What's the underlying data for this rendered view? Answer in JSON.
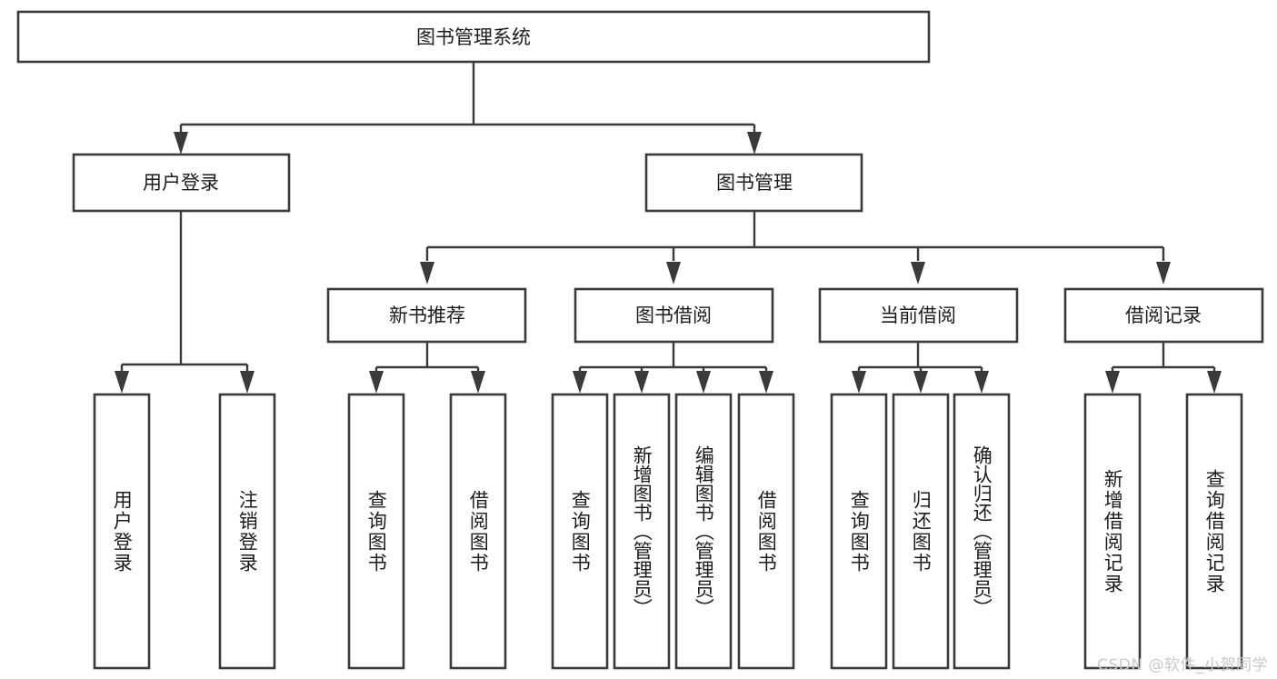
{
  "diagram": {
    "title": "图书管理系统",
    "type": "tree",
    "orientation": "top-down",
    "watermark": "CSDN @软件_小贺同学",
    "colors": {
      "box_stroke": "#3a3a3a",
      "box_fill": "#ffffff",
      "connector": "#3a3a3a",
      "text": "#1c1c1c",
      "watermark": "#c9c9c9",
      "background": "#ffffff"
    },
    "root": {
      "label": "图书管理系统",
      "orientation": "horizontal"
    },
    "level2": [
      {
        "label": "用户登录",
        "orientation": "horizontal"
      },
      {
        "label": "图书管理",
        "orientation": "horizontal"
      }
    ],
    "level3": [
      {
        "label": "新书推荐",
        "orientation": "horizontal"
      },
      {
        "label": "图书借阅",
        "orientation": "horizontal"
      },
      {
        "label": "当前借阅",
        "orientation": "horizontal"
      },
      {
        "label": "借阅记录",
        "orientation": "horizontal"
      }
    ],
    "leaves": {
      "user_login": [
        {
          "label": "用户登录",
          "orientation": "vertical"
        },
        {
          "label": "注销登录",
          "orientation": "vertical"
        }
      ],
      "new_book_recommend": [
        {
          "label": "查询图书",
          "orientation": "vertical"
        },
        {
          "label": "借阅图书",
          "orientation": "vertical"
        }
      ],
      "book_borrow": [
        {
          "label": "查询图书",
          "orientation": "vertical"
        },
        {
          "label": "新增图书（管理员）",
          "orientation": "vertical"
        },
        {
          "label": "编辑图书（管理员）",
          "orientation": "vertical"
        },
        {
          "label": "借阅图书",
          "orientation": "vertical"
        }
      ],
      "current_borrow": [
        {
          "label": "查询图书",
          "orientation": "vertical"
        },
        {
          "label": "归还图书",
          "orientation": "vertical"
        },
        {
          "label": "确认归还（管理员）",
          "orientation": "vertical"
        }
      ],
      "borrow_record": [
        {
          "label": "新增借阅记录",
          "orientation": "vertical"
        },
        {
          "label": "查询借阅记录",
          "orientation": "vertical"
        }
      ]
    }
  }
}
